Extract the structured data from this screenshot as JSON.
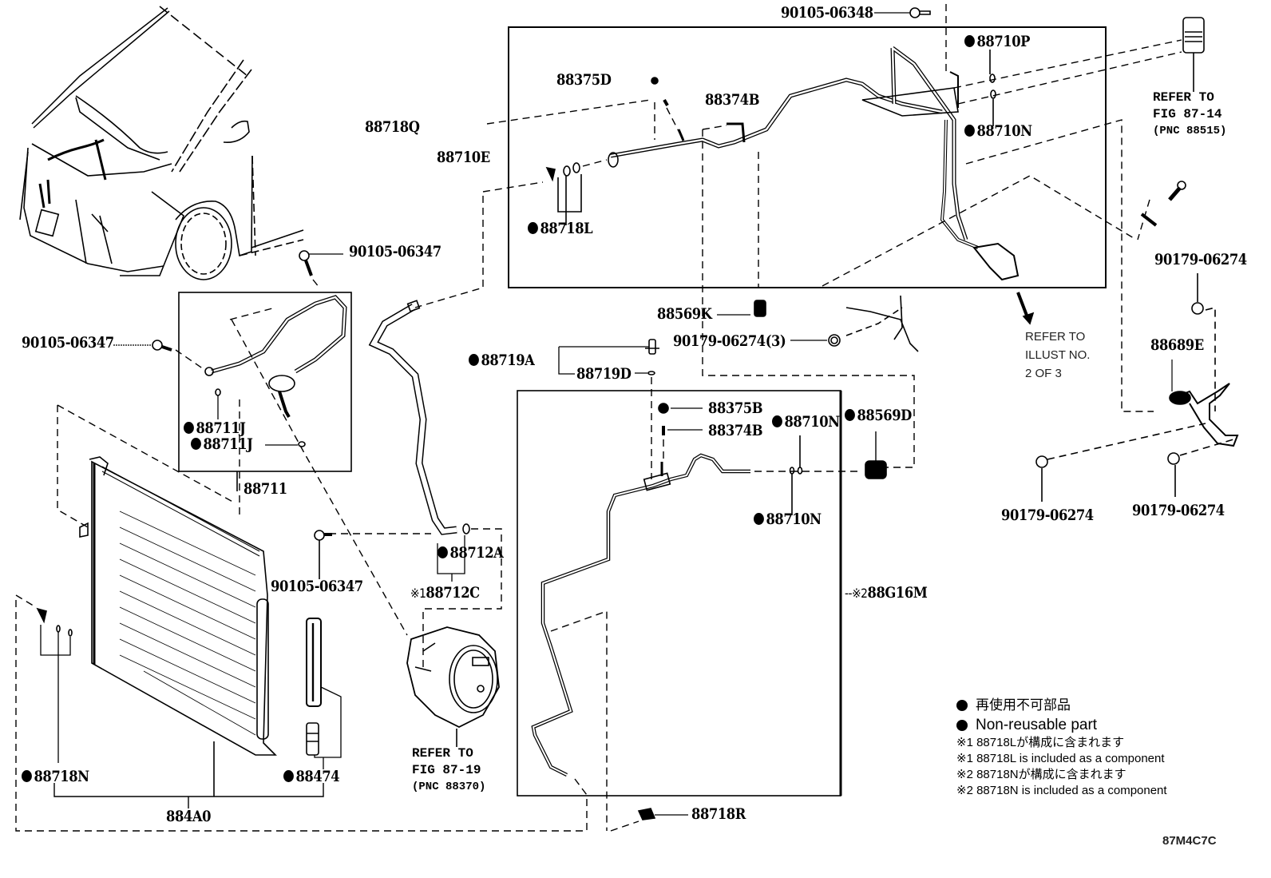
{
  "diagram": {
    "figure_id": "87M4C7C",
    "parts": {
      "p90105_06348": {
        "code": "90105-06348",
        "non_reusable": false
      },
      "p88710P": {
        "code": "88710P",
        "non_reusable": true
      },
      "p88375D": {
        "code": "88375D",
        "non_reusable": false
      },
      "p88374B_top": {
        "code": "88374B",
        "non_reusable": false
      },
      "p88718Q": {
        "code": "88718Q",
        "non_reusable": false
      },
      "p88710E": {
        "code": "88710E",
        "non_reusable": false
      },
      "p88718L": {
        "code": "88718L",
        "non_reusable": true
      },
      "p88710N_top": {
        "code": "88710N",
        "non_reusable": true
      },
      "p90105_06347_a": {
        "code": "90105-06347",
        "non_reusable": false
      },
      "p90105_06347_b": {
        "code": "90105-06347",
        "non_reusable": false
      },
      "p88711J_a": {
        "code": "88711J",
        "non_reusable": true
      },
      "p88711J_b": {
        "code": "88711J",
        "non_reusable": true
      },
      "p88711": {
        "code": "88711",
        "non_reusable": false
      },
      "p88569K": {
        "code": "88569K",
        "non_reusable": false
      },
      "p90179_06274_3": {
        "code": "90179-06274(3)",
        "non_reusable": false
      },
      "p88719A": {
        "code": "88719A",
        "non_reusable": true
      },
      "p88719D": {
        "code": "88719D",
        "non_reusable": false
      },
      "p88375B": {
        "code": "88375B",
        "non_reusable": false
      },
      "p88374B_mid": {
        "code": "88374B",
        "non_reusable": false
      },
      "p88710N_mid": {
        "code": "88710N",
        "non_reusable": true
      },
      "p88569D": {
        "code": "88569D",
        "non_reusable": true
      },
      "p88710N_low": {
        "code": "88710N",
        "non_reusable": true
      },
      "p88712A": {
        "code": "88712A",
        "non_reusable": true
      },
      "p88712C": {
        "code": "88712C",
        "note_mark": "※1",
        "non_reusable": false
      },
      "p90105_06347_c": {
        "code": "90105-06347",
        "non_reusable": false
      },
      "p88G16M": {
        "code": "88G16M",
        "note_mark": "※2",
        "non_reusable": false
      },
      "p88718N": {
        "code": "88718N",
        "non_reusable": true
      },
      "p88474": {
        "code": "88474",
        "non_reusable": true
      },
      "p884A0": {
        "code": "884A0",
        "non_reusable": false
      },
      "p88718R": {
        "code": "88718R",
        "non_reusable": false
      },
      "p90179_06274_r1": {
        "code": "90179-06274",
        "non_reusable": false
      },
      "p88689E": {
        "code": "88689E",
        "non_reusable": false
      },
      "p90179_06274_r2": {
        "code": "90179-06274",
        "non_reusable": false
      },
      "p90179_06274_r3": {
        "code": "90179-06274",
        "non_reusable": false
      }
    },
    "references": {
      "fig_87_14": {
        "line1": "REFER TO",
        "line2": "FIG 87-14",
        "line3": "(PNC 88515)"
      },
      "illust_2of3": {
        "line1": "REFER TO",
        "line2": "ILLUST NO.",
        "line3": "2 OF 3"
      },
      "fig_87_19": {
        "line1": "REFER TO",
        "line2": "FIG 87-19",
        "line3": "(PNC 88370)"
      }
    },
    "legend": {
      "non_reusable_jp": "再使用不可部品",
      "non_reusable_en": "Non-reusable part",
      "note1_jp": "※1 88718Lが構成に含まれます",
      "note1_en": "※1 88718L  is included as a component",
      "note2_jp": "※2 88718Nが構成に含まれます",
      "note2_en": "※2 88718N is included as a component"
    }
  }
}
